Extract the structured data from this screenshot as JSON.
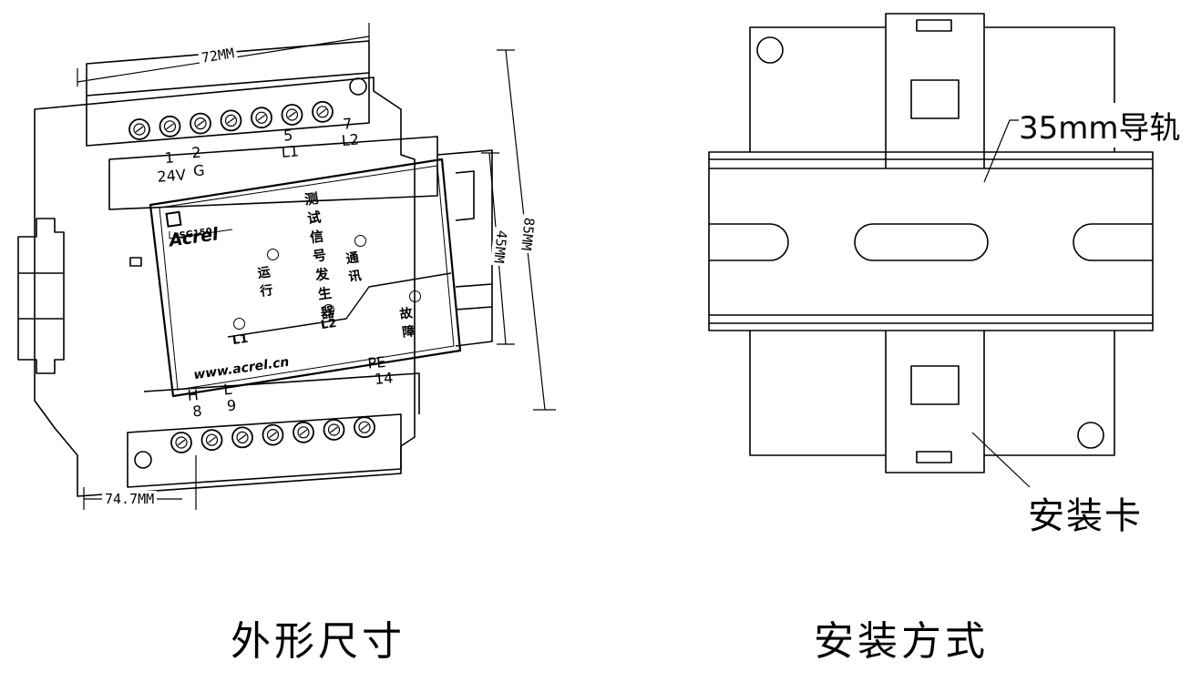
{
  "left_figure": {
    "caption": "外形尺寸",
    "dims": {
      "width": "72MM",
      "height": "85MM",
      "face": "45MM",
      "depth": "74.7MM"
    },
    "top_terminals": {
      "t1": "1",
      "t2": "2",
      "t5": "5",
      "t7": "7",
      "v24": "24V",
      "g": "G",
      "l1": "L1",
      "l2": "L2"
    },
    "bottom_terminals": {
      "h": "H",
      "l": "L",
      "pe": "PE",
      "n8": "8",
      "n9": "9",
      "n14": "14"
    },
    "panel": {
      "title": "测试信号发生器",
      "brand": "Acrel",
      "model": "ASG150",
      "led_run": "运行",
      "led_comm": "通讯",
      "led_l1": "L1",
      "led_l2": "L2",
      "led_fault": "故障",
      "url": "www.acrel.cn"
    }
  },
  "right_figure": {
    "caption": "安装方式",
    "rail_label": "35mm导轨",
    "clip_label": "安装卡"
  }
}
